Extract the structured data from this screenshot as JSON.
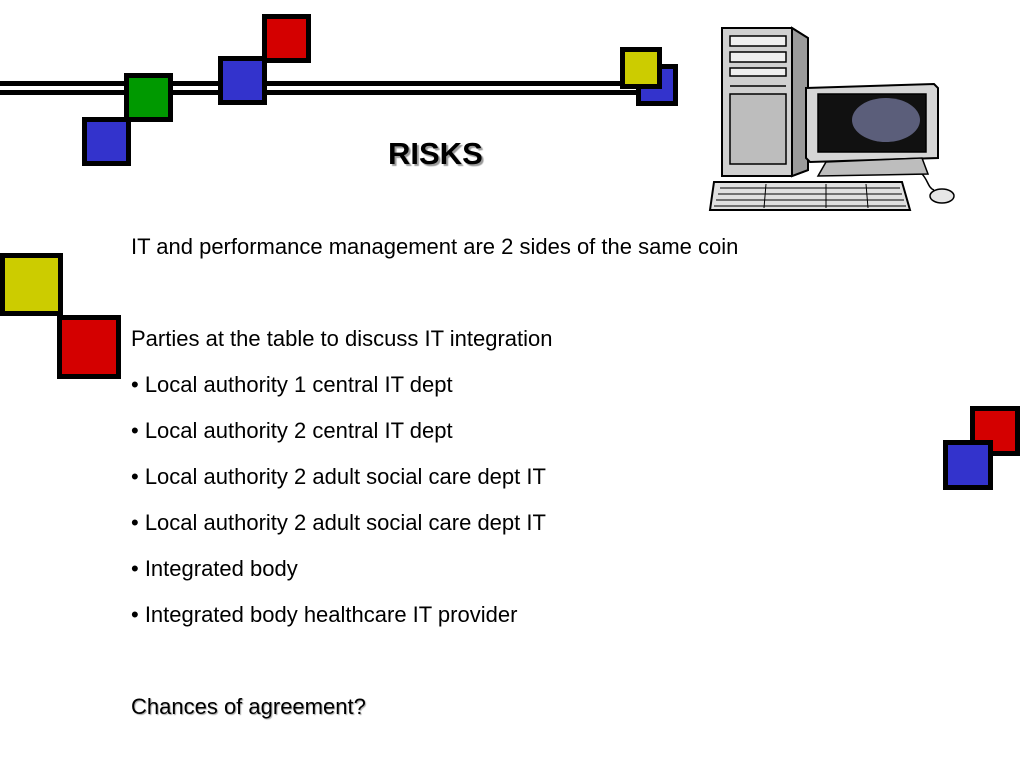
{
  "slide": {
    "title": "RISKS",
    "intro": "IT and performance management are 2 sides of the same coin",
    "parties_heading": "Parties at the table to discuss IT integration",
    "bullets": [
      "• Local authority 1 central IT dept",
      "• Local authority 2 central IT dept",
      "• Local authority 2 adult social care dept IT",
      "• Local authority 2 adult social care dept IT",
      "• Integrated body",
      "• Integrated body healthcare IT provider"
    ],
    "closing_question": "Chances of agreement?"
  },
  "decor": {
    "icon": "computer-clipart-icon",
    "colors": {
      "red": "#d40000",
      "blue": "#3333cc",
      "green": "#009900",
      "yellow": "#cccc00",
      "border": "#000000"
    }
  }
}
